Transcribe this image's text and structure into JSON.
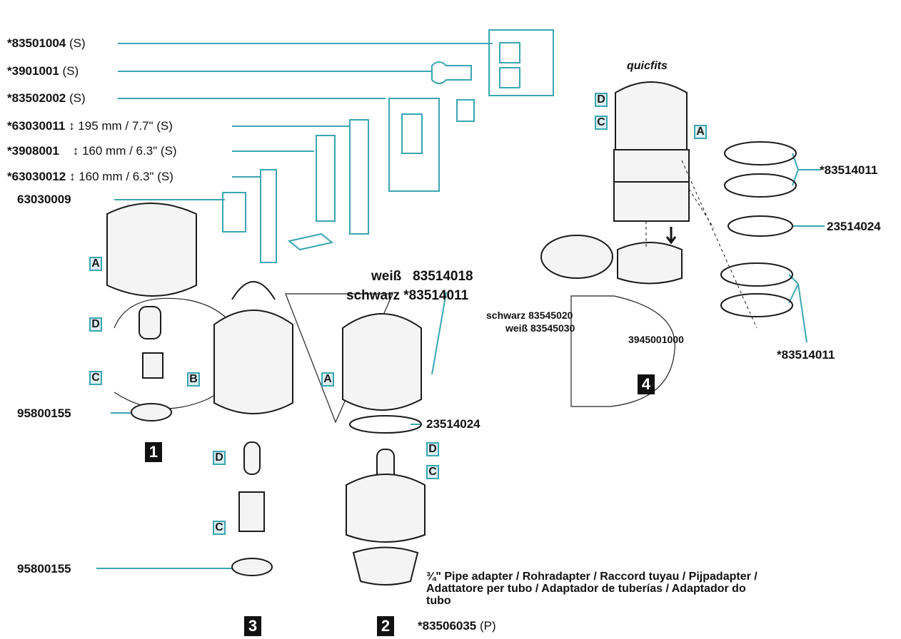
{
  "brand": "quicfits",
  "parts": [
    {
      "star": "*",
      "code": "83501004",
      "suffix": "(S)"
    },
    {
      "star": "*",
      "code": "3901001",
      "suffix": "(S)"
    },
    {
      "star": "*",
      "code": "83502002",
      "suffix": "(S)"
    },
    {
      "star": "*",
      "code": "63030011",
      "dim": "↕ 195 mm / 7.7\"",
      "suffix": "(S)"
    },
    {
      "star": "*",
      "code": "3908001",
      "dim": "↕ 160 mm / 6.3\"",
      "suffix": "(S)"
    },
    {
      "star": "*",
      "code": "63030012",
      "dim": "↕ 160 mm / 6.3\"",
      "suffix": "(S)"
    },
    {
      "star": "",
      "code": "63030009",
      "suffix": ""
    }
  ],
  "callouts": {
    "weiss_label": "weiß",
    "weiss_code": "83514018",
    "schwarz_label": "schwarz",
    "schwarz_code": "*83514011",
    "small_schwarz": "schwarz 83545020",
    "small_weiss": "weiß 83545030",
    "code_3945": "3945001000",
    "ring_top": "*83514011",
    "ring_mid": "23514024",
    "ring_bottom": "*83514011",
    "gasket_2": "23514024",
    "nut_1": "95800155",
    "nut_3": "95800155"
  },
  "adapter": {
    "text": "¾\" Pipe adapter / Rohradapter / Raccord tuyau / Pijpadapter / Adattatore per tubo / Adaptador de tuberías / Adaptador do tubo",
    "code_star": "*",
    "code": "83506035",
    "suffix": "(P)"
  },
  "letters": {
    "A": "A",
    "B": "B",
    "C": "C",
    "D": "D"
  },
  "numbers": {
    "one": "1",
    "two": "2",
    "three": "3",
    "four": "4"
  },
  "colors": {
    "accent": "#3aa6b0",
    "line": "#1a1a1a"
  }
}
